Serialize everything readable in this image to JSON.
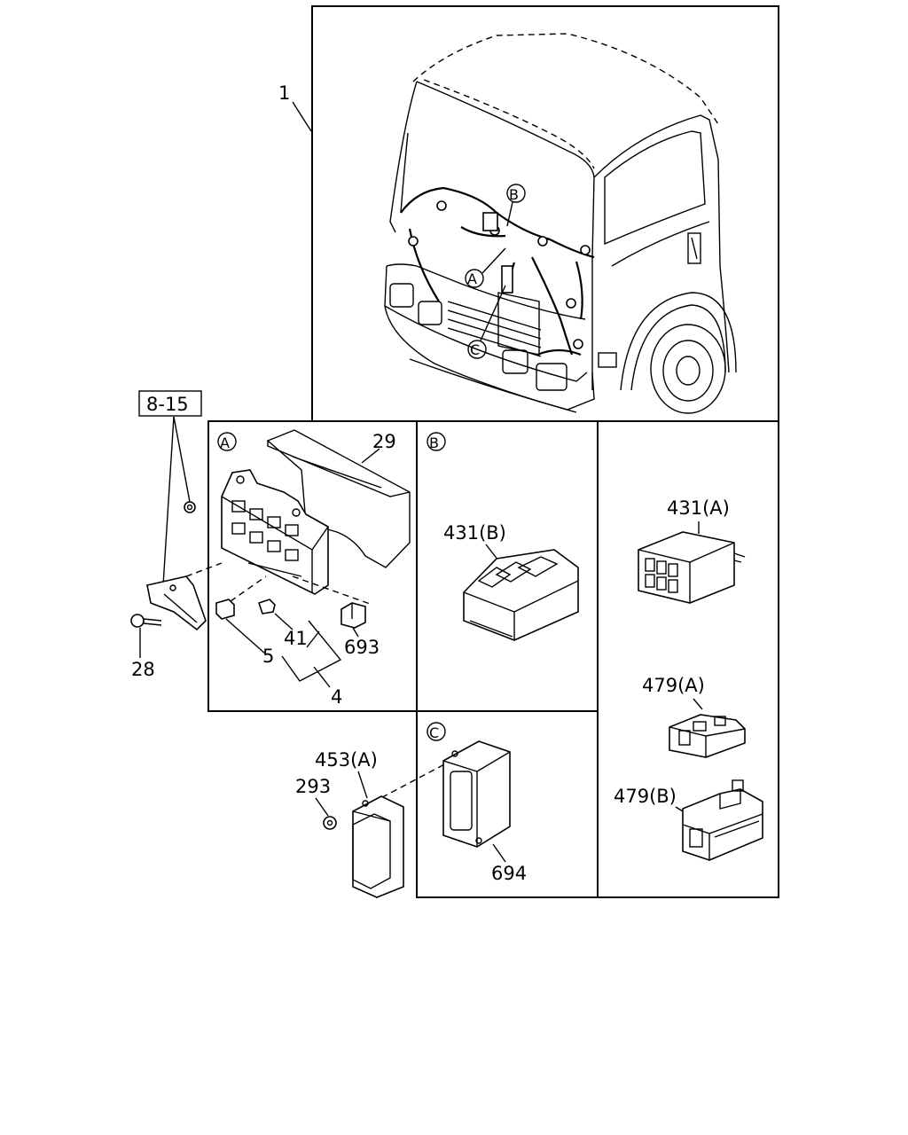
{
  "ref_box": "8-15",
  "section_markers": {
    "a": "A",
    "b": "B",
    "c": "C"
  },
  "callouts": {
    "cab": "1",
    "cover": "29",
    "bolt": "28",
    "relay_block": "4",
    "fuse": "5",
    "fuse_small": "41",
    "relay": "693",
    "nut": "293",
    "ecu_bracket": "453(A)",
    "control_unit": "694",
    "connector_431a": "431(A)",
    "connector_431b": "431(B)",
    "connector_479a": "479(A)",
    "connector_479b": "479(B)"
  }
}
